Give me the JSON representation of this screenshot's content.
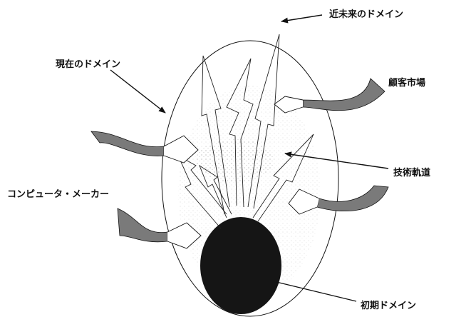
{
  "labels": {
    "near_future_domain": "近未来のドメイン",
    "current_domain": "現在のドメイン",
    "customer_market": "顧客市場",
    "technology_trajectory": "技術軌道",
    "computer_maker": "コンピュータ・メーカー",
    "initial_domain": "初期ドメイン"
  },
  "colors": {
    "ink": "#111111",
    "arrow_fill_gray": "#7a7a7a",
    "core_fill": "#151515",
    "background": "#ffffff"
  }
}
